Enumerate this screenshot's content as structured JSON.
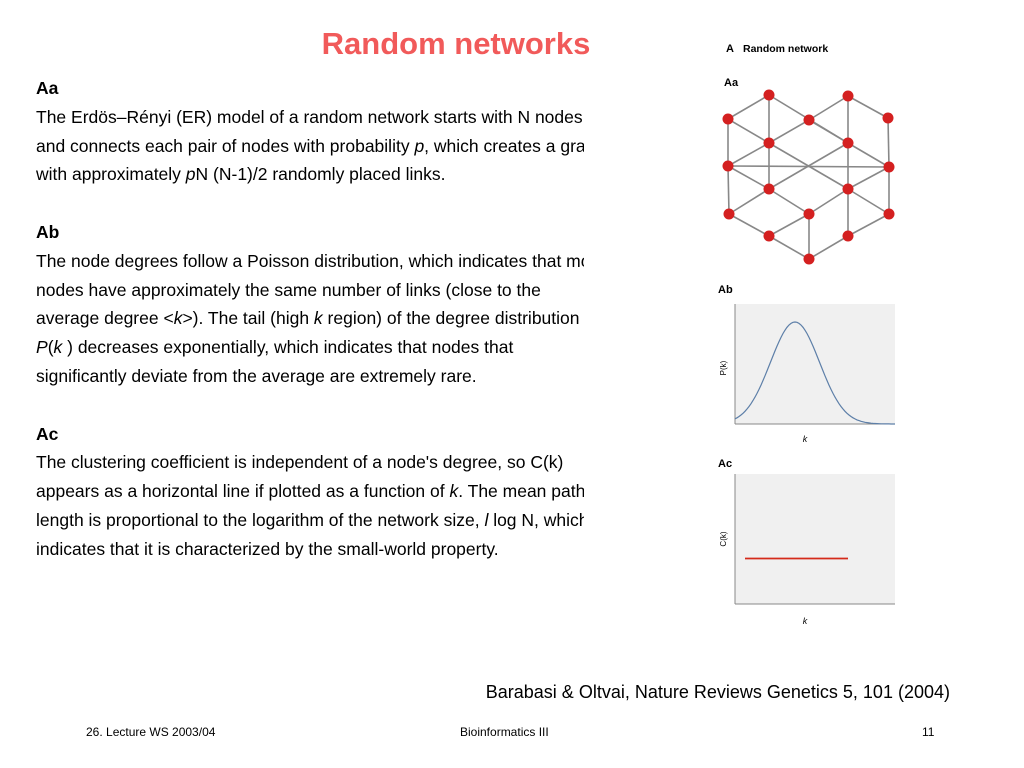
{
  "slide": {
    "title": "Random networks",
    "sections": [
      {
        "heading": "Aa",
        "lines": [
          [
            "The Erdös–Rényi (ER) model of a random network starts with N nodes"
          ],
          [
            "and connects each pair of nodes with probability ",
            {
              "i": "p"
            },
            ", which creates a graph"
          ],
          [
            "with approximately ",
            {
              "i": "p"
            },
            "N (N-1)/2 randomly placed links."
          ]
        ]
      },
      {
        "heading": "Ab",
        "lines": [
          [
            "The node degrees follow a Poisson distribution, which indicates that most"
          ],
          [
            "nodes have approximately the same number of links (close to the"
          ],
          [
            "average degree <",
            {
              "i": "k"
            },
            ">). The tail (high ",
            {
              "i": "k"
            },
            " region) of the degree distribution"
          ],
          [
            {
              "i": "P"
            },
            "(",
            {
              "i": "k"
            },
            " ) decreases exponentially, which indicates that nodes that"
          ],
          [
            "significantly deviate from the average are extremely rare."
          ]
        ]
      },
      {
        "heading": "Ac",
        "lines": [
          [
            "The clustering coefficient is independent of a node's degree, so C(k)"
          ],
          [
            "appears as a horizontal line if plotted as a function of ",
            {
              "i": "k"
            },
            ". The mean path"
          ],
          [
            "length is proportional to the logarithm of the network size, ",
            {
              "i": "l"
            },
            "  log N, which"
          ],
          [
            "indicates that it is characterized by the small-world property."
          ]
        ]
      }
    ],
    "figure": {
      "label_main": "A",
      "label_main_text": "Random network",
      "label_aa": "Aa",
      "label_ab": "Ab",
      "label_ac": "Ac",
      "ab_ylabel": "P(k)",
      "ab_xlabel": "k",
      "ac_ylabel": "C(k)",
      "ac_xlabel": "k",
      "node_color": "#d42020",
      "edge_color": "#888888",
      "poisson_color": "#5d7fa8",
      "clustering_line_color": "#d42a1a",
      "ab_poisson_mean": 6,
      "ac_clustering_level": 0.35
    },
    "citation": "Barabasi & Oltvai, Nature Reviews Genetics 5, 101 (2004)",
    "footer": {
      "left": "26. Lecture WS 2003/04",
      "center": "Bioinformatics III",
      "right": "11"
    }
  }
}
